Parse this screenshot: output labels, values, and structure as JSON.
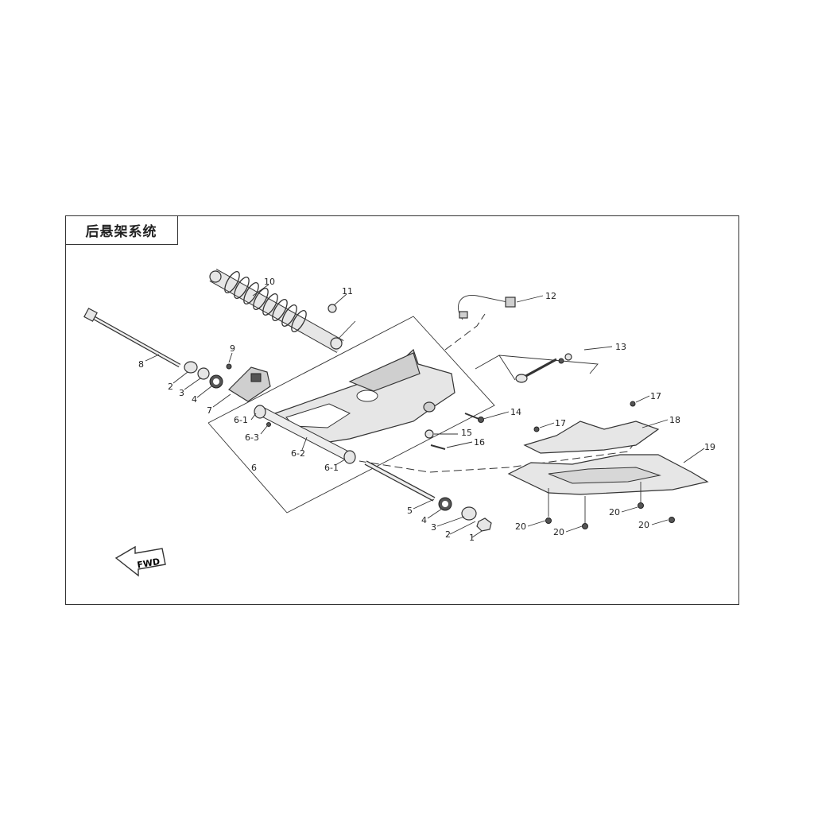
{
  "title": "后悬架系统",
  "fwd_label": "FWD",
  "colors": {
    "line": "#333333",
    "fill": "#e6e6e6",
    "background": "#ffffff"
  },
  "callouts": [
    {
      "id": "c1",
      "text": "1"
    },
    {
      "id": "c2a",
      "text": "2"
    },
    {
      "id": "c2b",
      "text": "2"
    },
    {
      "id": "c3a",
      "text": "3"
    },
    {
      "id": "c3b",
      "text": "3"
    },
    {
      "id": "c4a",
      "text": "4"
    },
    {
      "id": "c4b",
      "text": "4"
    },
    {
      "id": "c5",
      "text": "5"
    },
    {
      "id": "c6",
      "text": "6"
    },
    {
      "id": "c6-1a",
      "text": "6-1"
    },
    {
      "id": "c6-1b",
      "text": "6-1"
    },
    {
      "id": "c6-2",
      "text": "6-2"
    },
    {
      "id": "c6-3",
      "text": "6-3"
    },
    {
      "id": "c7",
      "text": "7"
    },
    {
      "id": "c8",
      "text": "8"
    },
    {
      "id": "c9",
      "text": "9"
    },
    {
      "id": "c10",
      "text": "10"
    },
    {
      "id": "c11",
      "text": "11"
    },
    {
      "id": "c12",
      "text": "12"
    },
    {
      "id": "c13",
      "text": "13"
    },
    {
      "id": "c14",
      "text": "14"
    },
    {
      "id": "c15",
      "text": "15"
    },
    {
      "id": "c16",
      "text": "16"
    },
    {
      "id": "c17a",
      "text": "17"
    },
    {
      "id": "c17b",
      "text": "17"
    },
    {
      "id": "c18",
      "text": "18"
    },
    {
      "id": "c19",
      "text": "19"
    },
    {
      "id": "c20a",
      "text": "20"
    },
    {
      "id": "c20b",
      "text": "20"
    },
    {
      "id": "c20c",
      "text": "20"
    },
    {
      "id": "c20d",
      "text": "20"
    }
  ]
}
